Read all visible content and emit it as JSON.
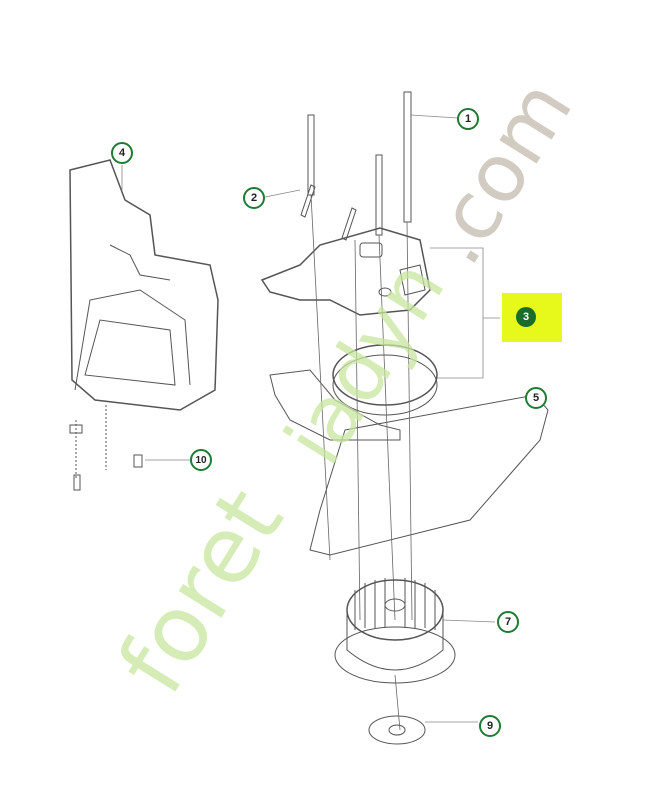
{
  "diagram": {
    "callouts": [
      "1",
      "2",
      "3",
      "4",
      "5",
      "7",
      "9",
      "10"
    ],
    "highlighted_callout": "3",
    "highlight_color": "#e6f91a",
    "callout_border_color": "#1f7a34",
    "watermark": "foretiajardin.com"
  }
}
